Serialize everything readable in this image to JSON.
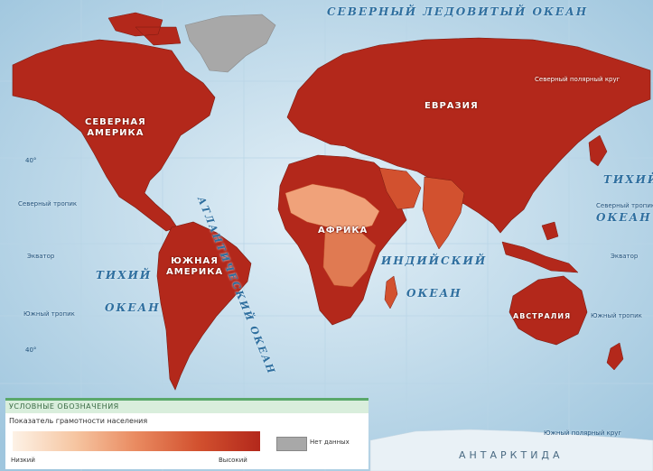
{
  "map": {
    "oceans": {
      "arctic": "СЕВЕРНЫЙ ЛЕДОВИТЫЙ ОКЕАН",
      "atlantic": "АТЛАНТИЧЕСКИЙ ОКЕАН",
      "pacific_left_1": "ТИХИЙ",
      "pacific_left_2": "ОКЕАН",
      "pacific_right_1": "ТИХИЙ",
      "pacific_right_2": "ОКЕАН",
      "indian_1": "ИНДИЙСКИЙ",
      "indian_2": "ОКЕАН"
    },
    "continents": {
      "north_america_1": "СЕВЕРНАЯ",
      "north_america_2": "АМЕРИКА",
      "south_america_1": "ЮЖНАЯ",
      "south_america_2": "АМЕРИКА",
      "eurasia": "ЕВРАЗИЯ",
      "africa": "АФРИКА",
      "australia": "АВСТРАЛИЯ",
      "antarctica": "АНТАРКТИДА"
    },
    "lines": {
      "arctic_circle": "Северный полярный круг",
      "tropic_north_left": "Северный тропик",
      "tropic_north_right": "Северный тропик",
      "equator_left": "Экватор",
      "equator_right": "Экватор",
      "tropic_south_left": "Южный тропик",
      "tropic_south_right": "Южный тропик",
      "antarctic_circle": "Южный полярный круг"
    },
    "latitudes": {
      "l1": "40°",
      "l2": "40°"
    },
    "colors": {
      "high": "#b3281b",
      "mid": "#d2512f",
      "low": "#f0a27a",
      "nodata": "#a8a8a8",
      "ocean": "#cfe3ef"
    }
  },
  "legend": {
    "header": "УСЛОВНЫЕ ОБОЗНАЧЕНИЯ",
    "subtitle": "Показатель грамотности населения",
    "low_label": "Низкий",
    "high_label": "Высокий",
    "nodata_label": "Нет данных"
  }
}
